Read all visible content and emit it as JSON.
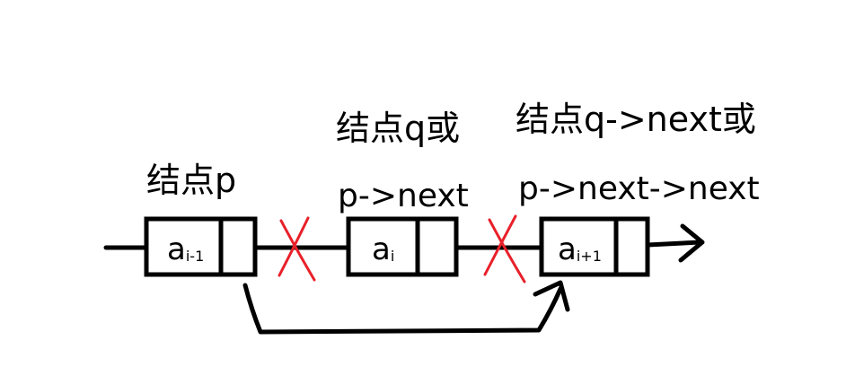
{
  "labels": {
    "node_p": "结点p",
    "node_q_line1": "结点q或",
    "node_q_line2": "p->next",
    "node_qnext_line1": "结点q->next或",
    "node_qnext_line2": "p->next->next"
  },
  "nodes": [
    {
      "main": "a",
      "sub": "i-1"
    },
    {
      "main": "a",
      "sub": "i"
    },
    {
      "main": "a",
      "sub": "i+1"
    }
  ],
  "colors": {
    "stroke": "#000000",
    "cross": "#e8202a"
  }
}
